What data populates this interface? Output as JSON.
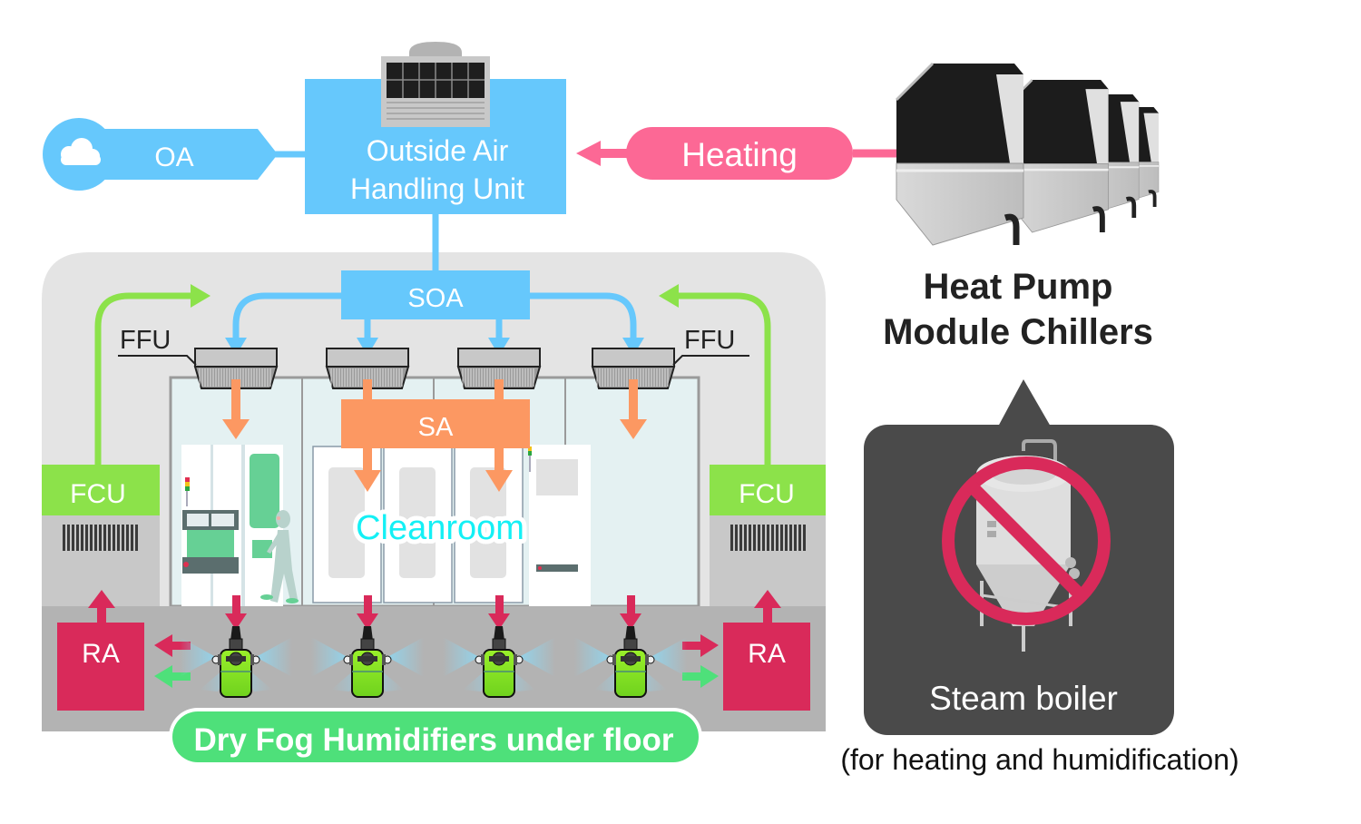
{
  "title": "Cleanroom air handling with heat pump chillers and dry fog humidifiers",
  "colors": {
    "air_blue": "#66c8fc",
    "heating_pink": "#fc6895",
    "fcu_green": "#8ce24a",
    "supply_orange": "#fc9862",
    "return_red": "#d92a5a",
    "humidifier_label_green": "#4ee07a",
    "cleanroom_text": "#14f0f5",
    "boiler_bubble": "#4a4a4a",
    "prohibit_red": "#d92a5a",
    "building_gray": "#e4e4e4",
    "underfloor_gray": "#b3b3b3"
  },
  "top": {
    "oa_label": "OA",
    "oahu_label_line1": "Outside Air",
    "oahu_label_line2": "Handling Unit",
    "heating_label": "Heating",
    "chillers_label_line1": "Heat Pump",
    "chillers_label_line2": "Module Chillers"
  },
  "building": {
    "soa_label": "SOA",
    "sa_label": "SA",
    "ffu_left_label": "FFU",
    "ffu_right_label": "FFU",
    "fcu_left_label": "FCU",
    "fcu_right_label": "FCU",
    "cleanroom_label": "Cleanroom",
    "ra_left_label": "RA",
    "ra_right_label": "RA",
    "humidifiers_label": "Dry Fog Humidifiers under floor",
    "humidifier_count": 4,
    "ffu_count": 4
  },
  "boiler": {
    "label": "Steam boiler",
    "note": "(for heating and humidification)",
    "status": "prohibited"
  },
  "icons": {
    "cloud": "cloud-icon",
    "prohibited": "prohibited-icon"
  }
}
